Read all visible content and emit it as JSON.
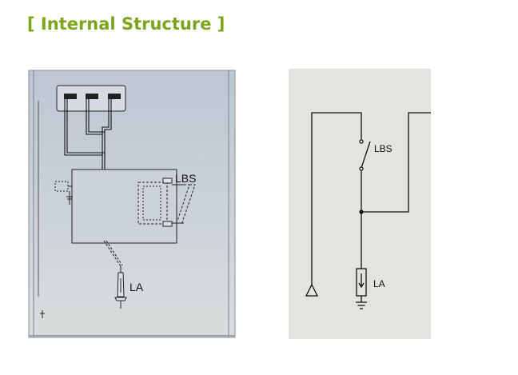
{
  "header": {
    "title": "[ Internal Structure ]"
  },
  "cabinet": {
    "switch_label": "LBS",
    "arrester_label": "LA"
  },
  "schematic": {
    "switch_label": "LBS",
    "arrester_label": "LA"
  },
  "colors": {
    "title_green": "#7aa51c",
    "cabinet_fill": "#c9d2dc",
    "schematic_bg": "#e4e4de",
    "line": "#1a1a1a"
  }
}
